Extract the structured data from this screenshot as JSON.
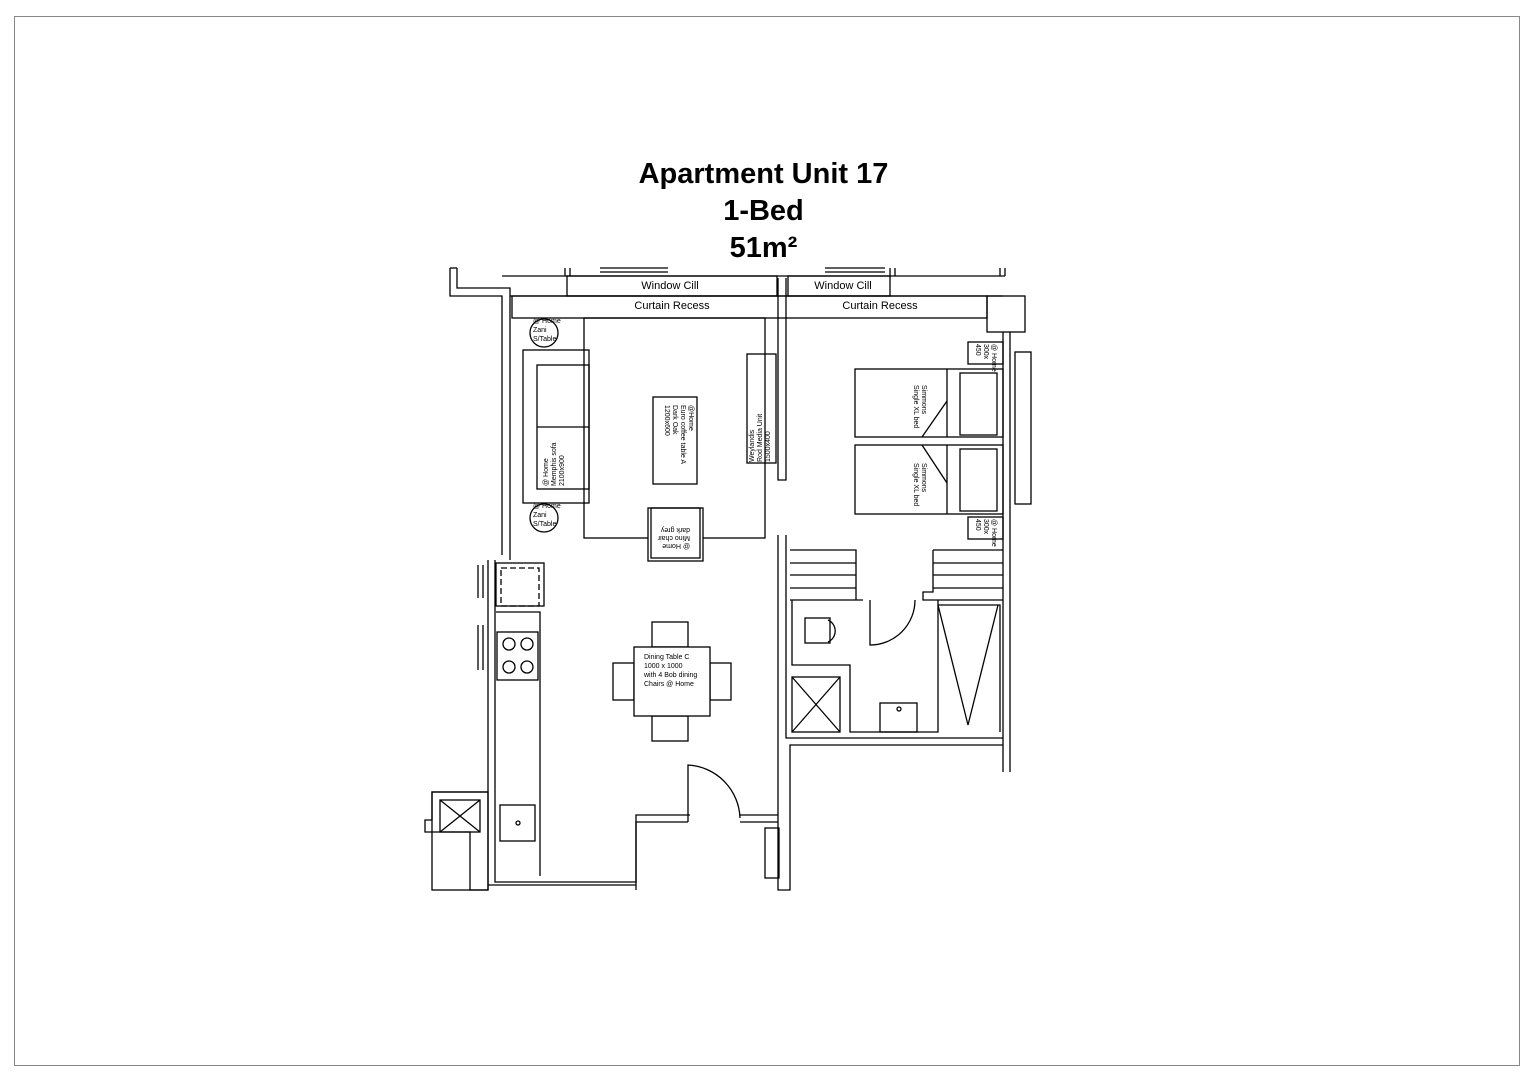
{
  "title": {
    "line1": "Apartment Unit 17",
    "line2": "1-Bed",
    "line3": "51m²"
  },
  "labels": {
    "window_cill": "Window Cill",
    "curtain_recess": "Curtain Recess",
    "side_table": [
      "@ Home",
      "Zani",
      "S/Table"
    ],
    "sofa": [
      "@ Home",
      "Memphis sofa",
      "2100x900"
    ],
    "coffee_table": [
      "@Home",
      "Euro coffee table A",
      "Dark Oak",
      "1200x600"
    ],
    "media_unit": [
      "Weylandis",
      "Rod Media Unit",
      "1500x400"
    ],
    "chair": [
      "@ Home",
      "Mino chair",
      "dark grey"
    ],
    "bed": [
      "Simmons",
      "Single XL bed"
    ],
    "bedside": [
      "@ Home",
      "300x",
      "450"
    ],
    "dining": [
      "Dining Table C",
      "1000 x 1000",
      "with 4  Bob dining",
      "Chairs @ Home"
    ]
  }
}
